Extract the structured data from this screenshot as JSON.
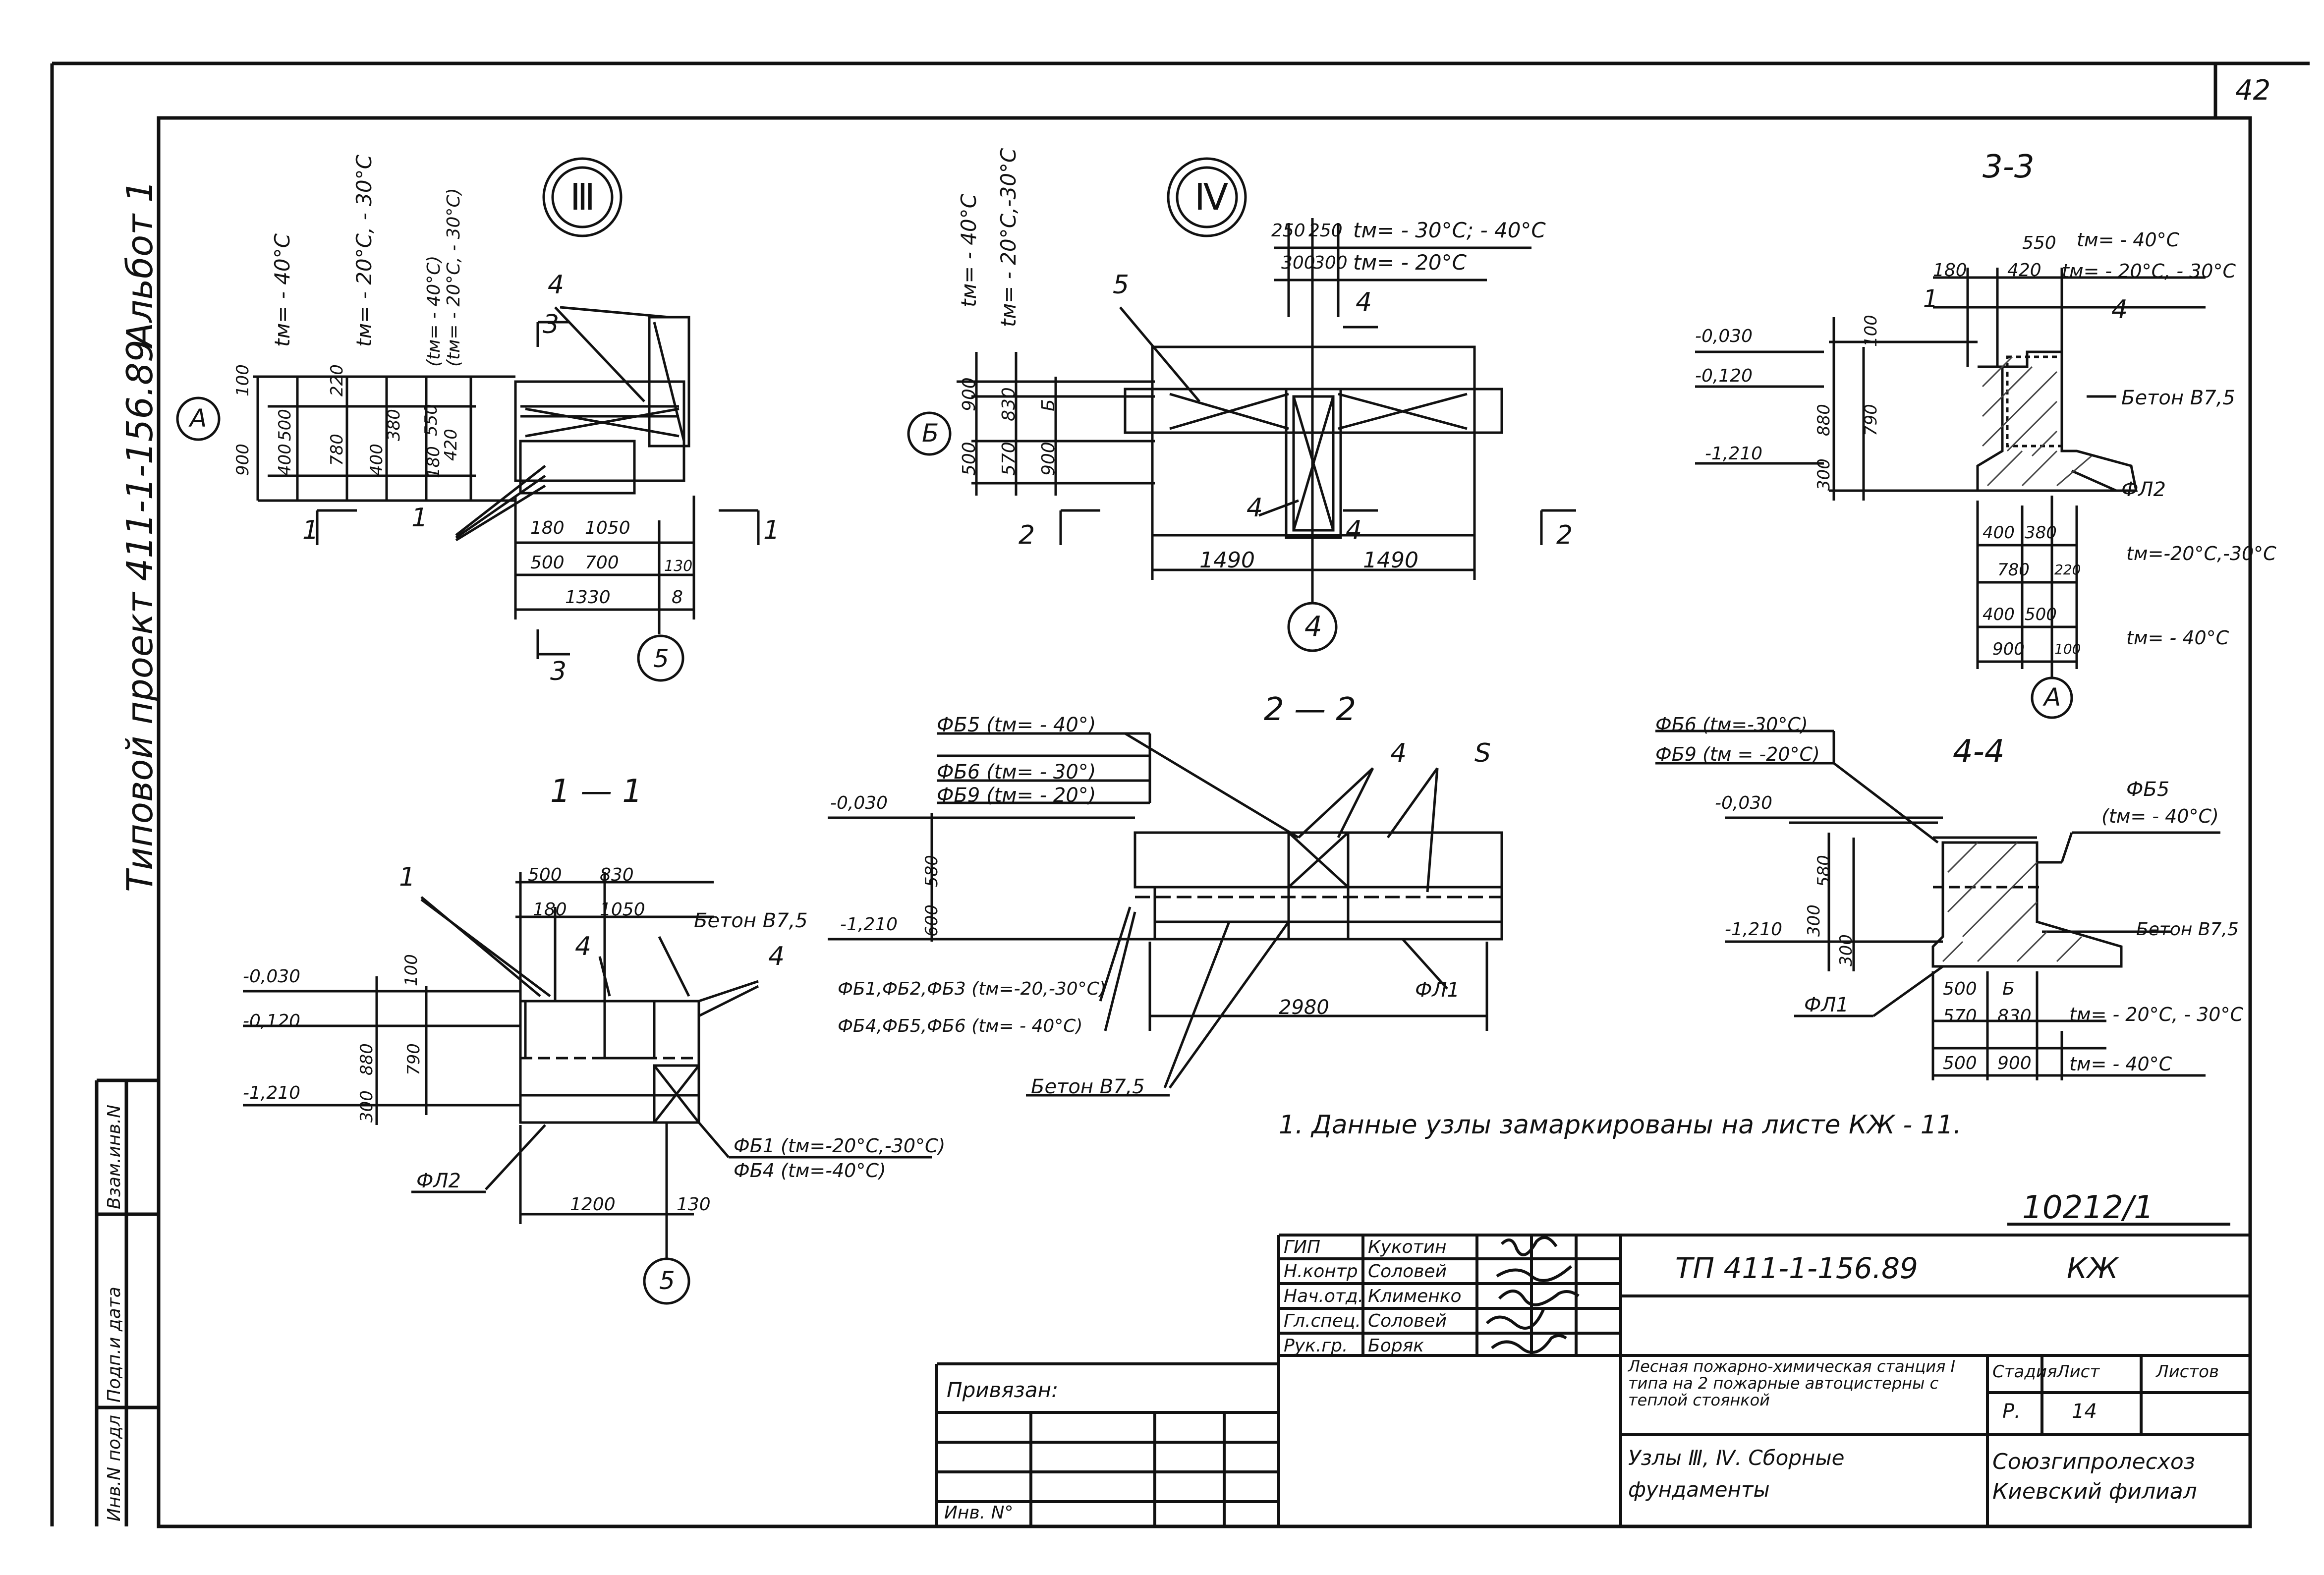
{
  "sheet_number_corner": "42",
  "side_strip": {
    "album": "Альбот 1",
    "project": "Типовой проект 411-1-156.89",
    "stamp_fields": [
      "Взам.инв.N",
      "Подп.и дата",
      "Инв.N подл"
    ]
  },
  "node3": {
    "badge": "Ⅲ",
    "axis_a": "А",
    "axis_5": "5",
    "temps": [
      "tм= - 40°C",
      "tм= - 20°C, - 30°C",
      "(tм= - 40°C)",
      "(tм= - 20°C, - 30°C)"
    ],
    "dims_v": [
      "100",
      "900",
      "500",
      "400",
      "220",
      "780",
      "400",
      "380",
      "550",
      "420",
      "180"
    ],
    "dims_h": [
      "180",
      "1050",
      "500",
      "700",
      "130",
      "1330",
      "8"
    ],
    "callouts": [
      "4",
      "3",
      "1",
      "1",
      "1",
      "3"
    ]
  },
  "node4": {
    "badge": "Ⅳ",
    "axis_b": "Б",
    "axis_4": "4",
    "temps": [
      "tм= - 40°C",
      "tм= - 20°C,-30°C",
      "tм= - 30°C; - 40°C",
      "tм= - 20°C"
    ],
    "dims_top": [
      "250",
      "250",
      "300",
      "300"
    ],
    "dims_v": [
      "900",
      "500",
      "830",
      "570",
      "Б",
      "900"
    ],
    "dims_h": [
      "1490",
      "1490"
    ],
    "callouts": [
      "5",
      "4",
      "4",
      "4",
      "2",
      "2"
    ]
  },
  "section33": {
    "title": "3-3",
    "levels": [
      "-0,030",
      "-0,120",
      "-1,210"
    ],
    "dims_top": [
      "550",
      "180",
      "420"
    ],
    "temps_top": [
      "tм= - 40°C",
      "tм= - 20°C, - 30°C"
    ],
    "dims_v": [
      "100",
      "880",
      "790",
      "300"
    ],
    "dims_bottom": [
      "400",
      "380",
      "780",
      "220",
      "400",
      "500",
      "900",
      "100"
    ],
    "temps_bottom": [
      "tм=-20°C,-30°C",
      "tм= - 40°C"
    ],
    "labels": [
      "1",
      "4",
      "Бетон В7,5",
      "ФЛ2"
    ],
    "axis": "А"
  },
  "section11": {
    "title": "1 — 1",
    "levels": [
      "-0,030",
      "-0,120",
      "-1,210"
    ],
    "dims_top": [
      "500",
      "830",
      "180",
      "1050"
    ],
    "dims_v": [
      "100",
      "880",
      "790",
      "300"
    ],
    "dims_bottom": [
      "1200",
      "130"
    ],
    "labels": [
      "1",
      "Бетон В7,5",
      "4",
      "4",
      "ФЛ2",
      "ФБ1 (tм=-20°C,-30°C)",
      "ФБ4 (tм=-40°C)"
    ],
    "axis": "5"
  },
  "section22": {
    "title": "2 — 2",
    "blocks": [
      "ФБ5 (tм= - 40°)",
      "ФБ6 (tм= - 30°)",
      "ФБ9 (tм= - 20°)"
    ],
    "levels": [
      "-0,030",
      "-1,210"
    ],
    "dims_v": [
      "580",
      "600"
    ],
    "dims_h": [
      "2980"
    ],
    "labels": [
      "4",
      "S",
      "ФБ1,ФБ2,ФБ3 (tм=-20,-30°C)",
      "ФБ4,ФБ5,ФБ6 (tм= - 40°C)",
      "ФЛ1",
      "Бетон В7,5"
    ]
  },
  "section44": {
    "title": "4-4",
    "blocks": [
      "ФБ6 (tм=-30°C)",
      "ФБ9 (tм = -20°C)"
    ],
    "block_right": [
      "ФБ5",
      "(tм= - 40°C)"
    ],
    "levels": [
      "-0,030",
      "-1,210"
    ],
    "dims_v": [
      "580",
      "300",
      "300"
    ],
    "dims_bottom": [
      "500",
      "Б",
      "570",
      "830",
      "500",
      "900"
    ],
    "temps": [
      "tм= - 20°C, - 30°C",
      "tм= - 40°C"
    ],
    "labels": [
      "Бетон В7,5",
      "ФЛ1"
    ]
  },
  "note": "1. Данные узлы замаркированы на листе КЖ - 11.",
  "archive_number": "10212/1",
  "title_block": {
    "roles": [
      "ГИП",
      "Н.контр",
      "Нач.отд.",
      "Гл.спец.",
      "Рук.гр."
    ],
    "names": [
      "Кукотин",
      "Соловей",
      "Клименко",
      "Соловей",
      "Боряк"
    ],
    "doc_code": "ТП 411-1-156.89",
    "doc_mark": "КЖ",
    "object": "Лесная пожарно-химическая станция I типа на 2 пожарные автоцистерны с теплой стоянкой",
    "sheet_title": "Узлы Ⅲ, Ⅳ. Сборные фундаменты",
    "stage_h": "Стадия",
    "sheet_h": "Лист",
    "sheets_h": "Листов",
    "stage": "Р.",
    "sheet": "14",
    "sheets": "",
    "org": "Союзгипролесхоз Киевский филиал",
    "bound": "Привязан:",
    "inv": "Инв. N°"
  }
}
